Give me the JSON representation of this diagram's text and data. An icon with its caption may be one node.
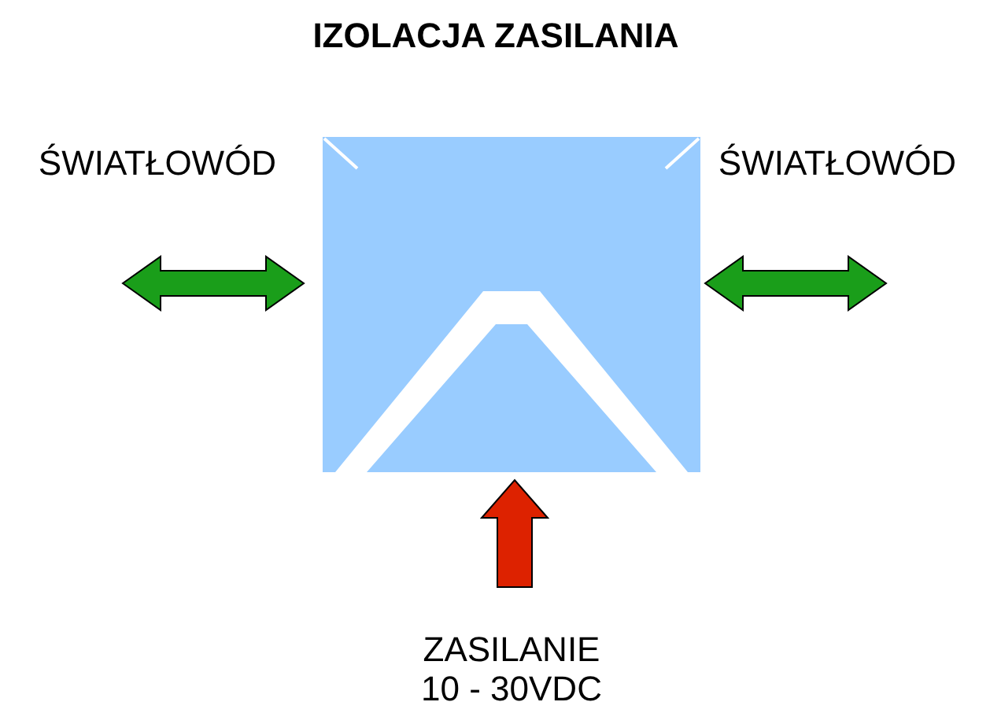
{
  "diagram": {
    "title": "IZOLACJA ZASILANIA",
    "nodes": [
      {
        "text": [
          "ŚWIATŁOWÓD"
        ]
      },
      {
        "text": [],
        "shape": "box"
      },
      {
        "text": [
          "ŚWIATŁOWÓD"
        ]
      },
      {
        "text": [
          "ZASILANIE 10 - 30VDC"
        ]
      }
    ],
    "edges": [
      {
        "from": null,
        "to": 1,
        "arrow": "both"
      },
      {
        "from": 1,
        "to": null,
        "arrow": "both"
      },
      {
        "from": 3,
        "to": 1,
        "arrow": "to",
        "color": "#dd2200"
      }
    ]
  }
}
